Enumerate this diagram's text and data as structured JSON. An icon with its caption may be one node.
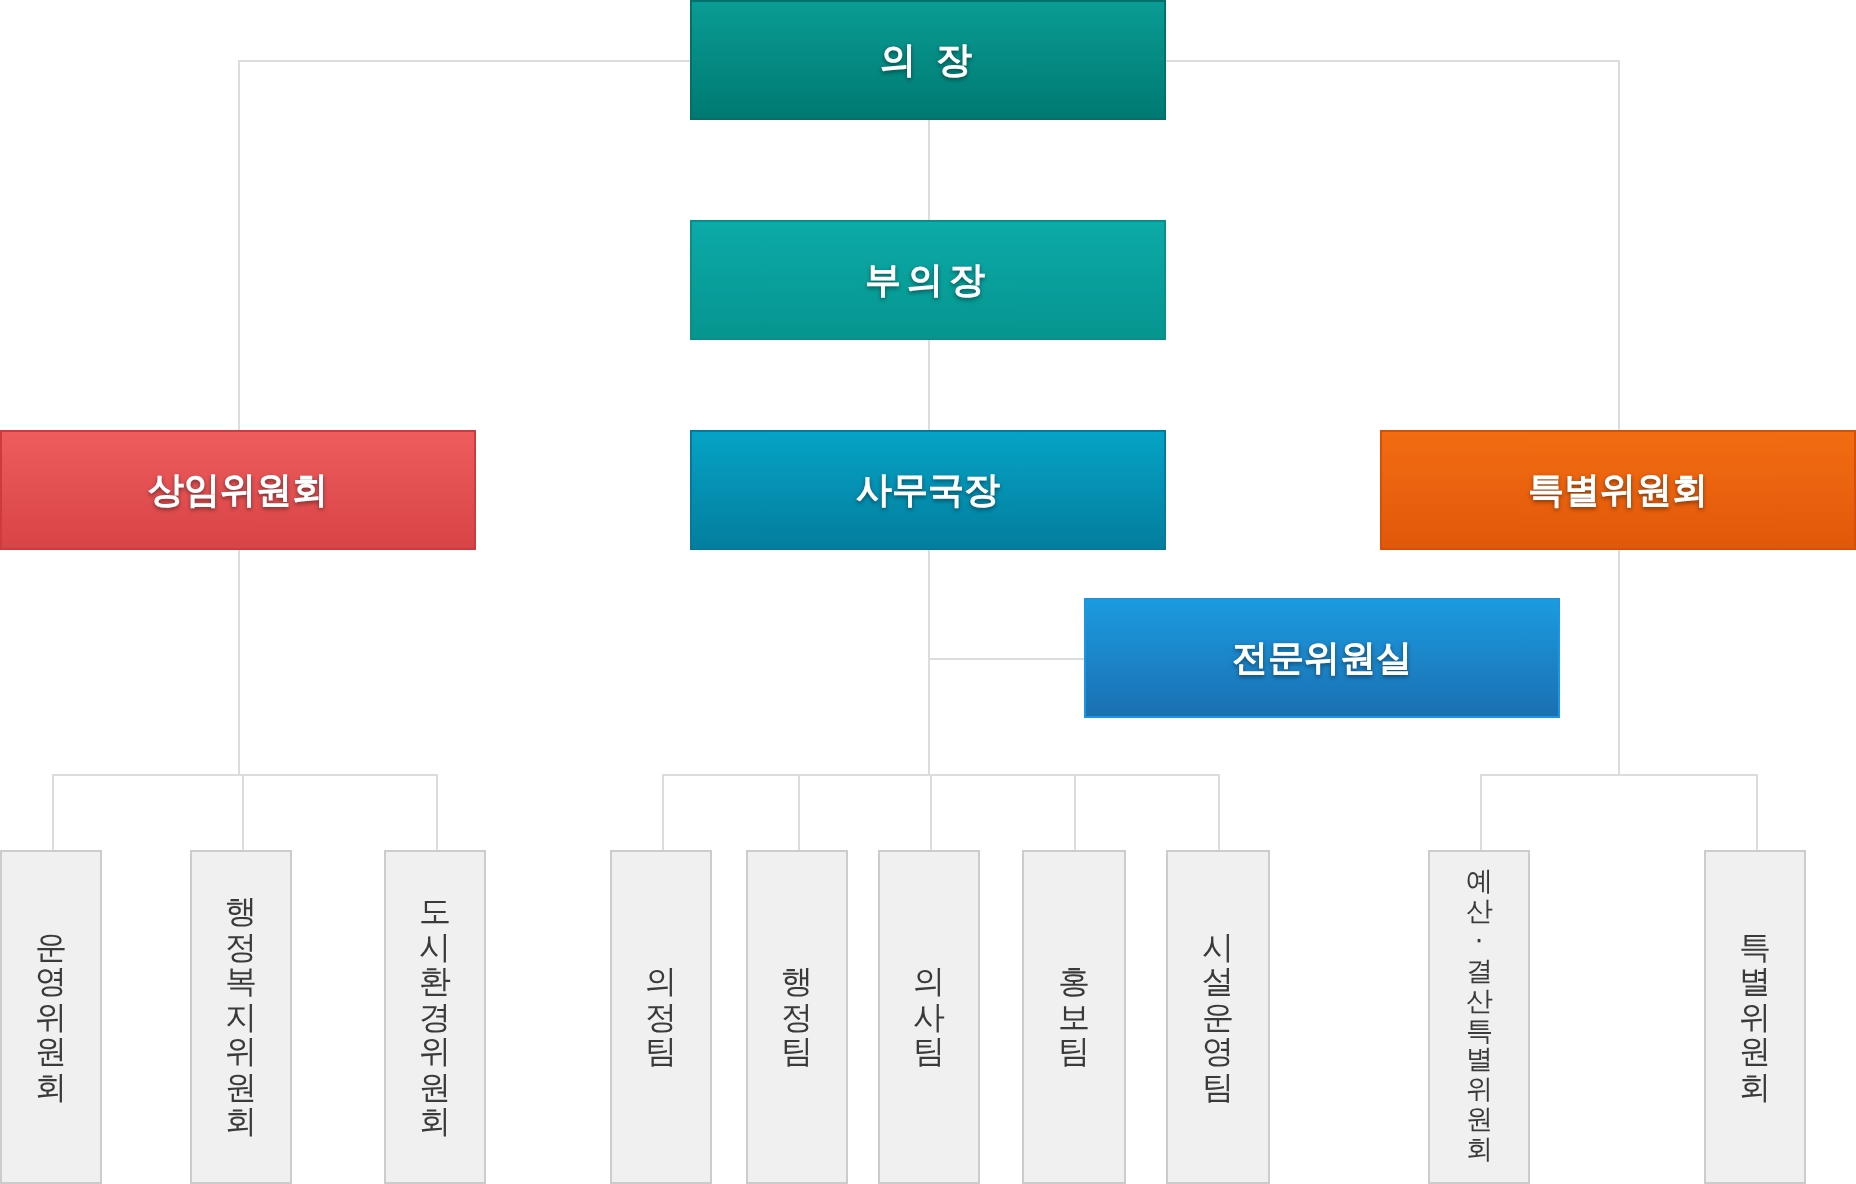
{
  "diagram": {
    "nodes": [
      {
        "text": [
          "의 장"
        ]
      },
      {
        "text": [
          "부의장"
        ]
      },
      {
        "text": [
          "상임위원회"
        ]
      },
      {
        "text": [
          "사무국장"
        ]
      },
      {
        "text": [
          "특별위원회"
        ]
      },
      {
        "text": [
          "전문위원실"
        ]
      },
      {
        "text": [
          "운영위원회"
        ]
      },
      {
        "text": [
          "행정복지위원회"
        ]
      },
      {
        "text": [
          "도시환경위원회"
        ]
      },
      {
        "text": [
          "의정팀"
        ]
      },
      {
        "text": [
          "행정팀"
        ]
      },
      {
        "text": [
          "의사팀"
        ]
      },
      {
        "text": [
          "홍보팀"
        ]
      },
      {
        "text": [
          "시설운영팀"
        ]
      },
      {
        "text": [
          "예산·결산특별위원회"
        ]
      },
      {
        "text": [
          "특별위원회"
        ]
      }
    ],
    "edges": [
      {
        "from": 0,
        "to": 2,
        "arrow": "none"
      },
      {
        "from": 0,
        "to": 4,
        "arrow": "none"
      },
      {
        "from": 0,
        "to": 1,
        "arrow": "none"
      },
      {
        "from": 1,
        "to": 3,
        "arrow": "none"
      },
      {
        "from": 3,
        "to": 5,
        "arrow": "none"
      },
      {
        "from": 3,
        "to": 9,
        "arrow": "none"
      },
      {
        "from": 3,
        "to": 10,
        "arrow": "none"
      },
      {
        "from": 3,
        "to": 11,
        "arrow": "none"
      },
      {
        "from": 3,
        "to": 12,
        "arrow": "none"
      },
      {
        "from": 3,
        "to": 13,
        "arrow": "none"
      },
      {
        "from": 2,
        "to": 6,
        "arrow": "none"
      },
      {
        "from": 2,
        "to": 7,
        "arrow": "none"
      },
      {
        "from": 2,
        "to": 8,
        "arrow": "none"
      },
      {
        "from": 4,
        "to": 14,
        "arrow": "none"
      },
      {
        "from": 4,
        "to": 15,
        "arrow": "none"
      }
    ]
  }
}
